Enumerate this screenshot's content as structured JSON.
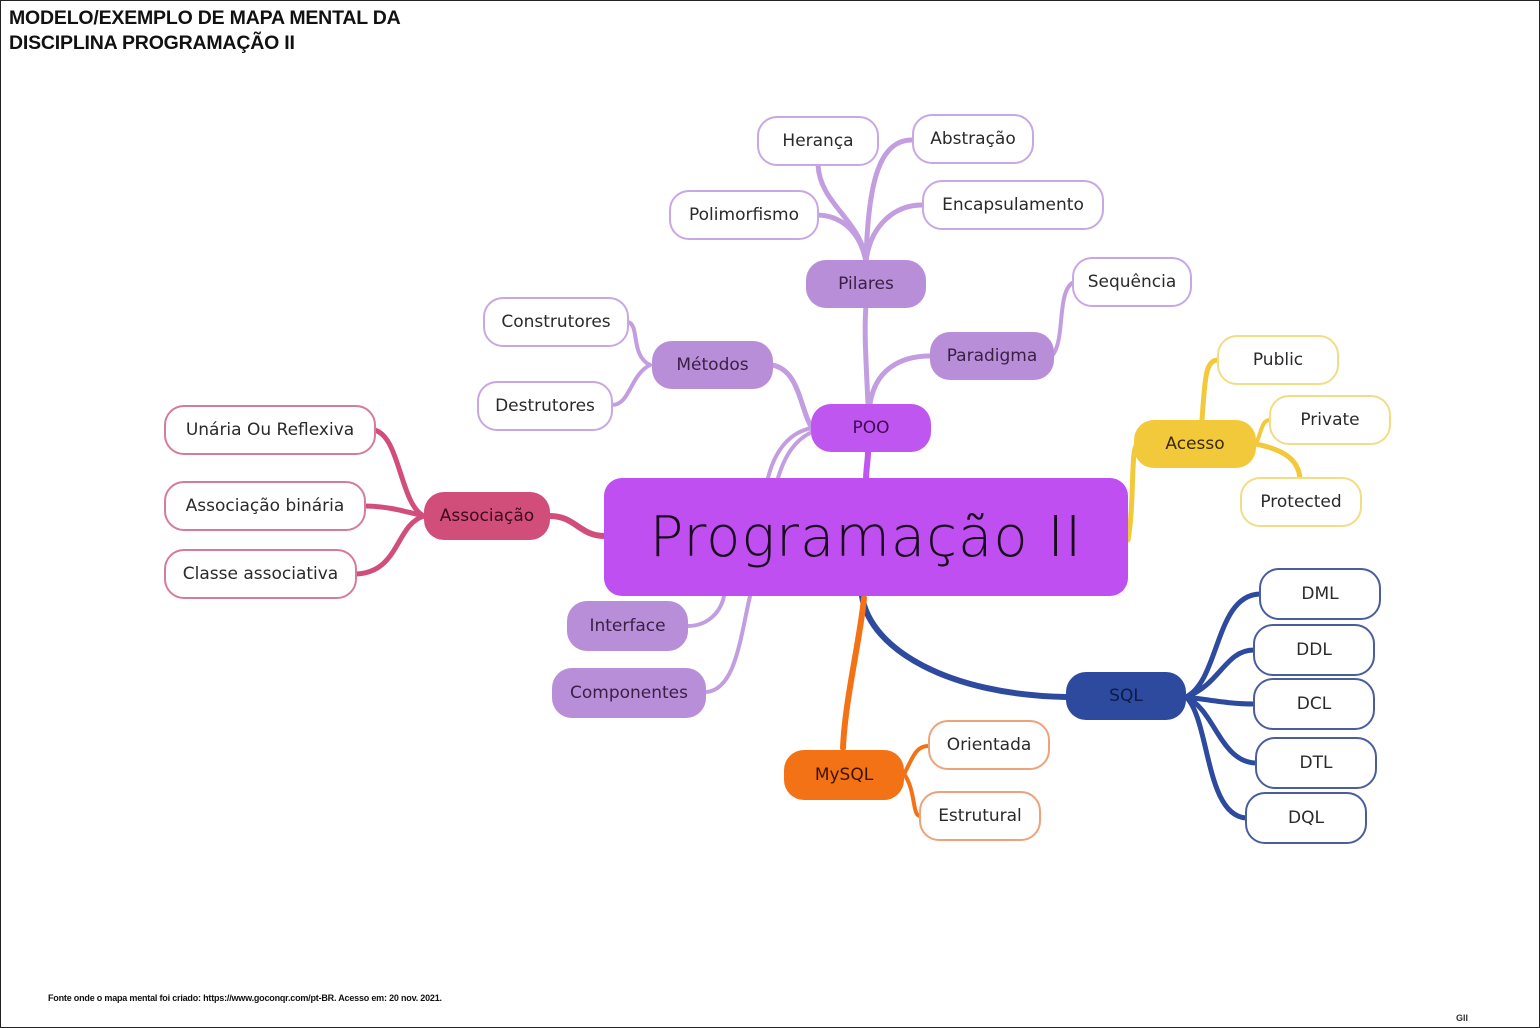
{
  "header": {
    "title_line1": "MODELO/EXEMPLO DE MAPA MENTAL DA",
    "title_line2": "DISCIPLINA PROGRAMAÇÃO II"
  },
  "footer": {
    "source": "Fonte onde o mapa mental foi criado: https://www.goconqr.com/pt-BR. Acesso em: 20 nov. 2021.",
    "mark": "GII"
  },
  "colors": {
    "center": "#bf4ff0",
    "poo": "#c056f0",
    "purple_branch": "#b88ed8",
    "purple_line": "#c29ee0",
    "association": "#d24e7a",
    "access": "#f2c93a",
    "sql": "#2e4a9e",
    "mysql": "#f47216"
  },
  "map": {
    "center": {
      "label": "Programação II"
    },
    "poo": {
      "label": "POO",
      "pilares": {
        "label": "Pilares",
        "children": [
          "Herança",
          "Abstração",
          "Polimorfismo",
          "Encapsulamento"
        ]
      },
      "paradigma": {
        "label": "Paradigma",
        "children": [
          "Sequência"
        ]
      },
      "metodos": {
        "label": "Métodos",
        "children": [
          "Construtores",
          "Destrutores"
        ]
      }
    },
    "associacao": {
      "label": "Associação",
      "children": [
        "Unária Ou Reflexiva",
        "Associação binária",
        "Classe associativa"
      ]
    },
    "acesso": {
      "label": "Acesso",
      "children": [
        "Public",
        "Private",
        "Protected"
      ]
    },
    "sql": {
      "label": "SQL",
      "children": [
        "DML",
        "DDL",
        "DCL",
        "DTL",
        "DQL"
      ]
    },
    "mysql": {
      "label": "MySQL",
      "children": [
        "Orientada",
        "Estrutural"
      ]
    },
    "interface": {
      "label": "Interface"
    },
    "componentes": {
      "label": "Componentes"
    }
  }
}
